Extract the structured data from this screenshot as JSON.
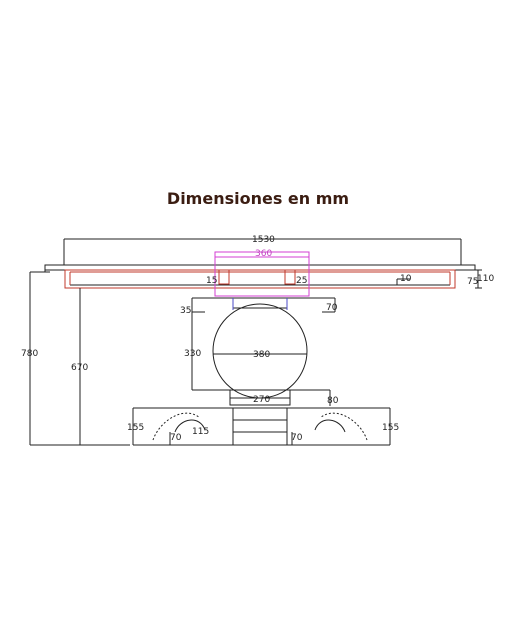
{
  "title": "Dimensiones en mm",
  "dims": {
    "total_width": "1530",
    "magenta_width": "360",
    "d15": "15",
    "d25": "25",
    "d10": "10",
    "d75": "75",
    "d110": "110",
    "d35": "35",
    "d70_top": "70",
    "d330": "330",
    "d380": "380",
    "d780": "780",
    "d670": "670",
    "d270": "270",
    "d80": "80",
    "d155_left": "155",
    "d155_right": "155",
    "d70_left": "70",
    "d115": "115",
    "d70_right": "70"
  },
  "colors": {
    "line": "#222222",
    "red": "#c0392b",
    "magenta": "#d33fd3",
    "blue": "#4b4bc8",
    "title": "#3b1d12"
  }
}
